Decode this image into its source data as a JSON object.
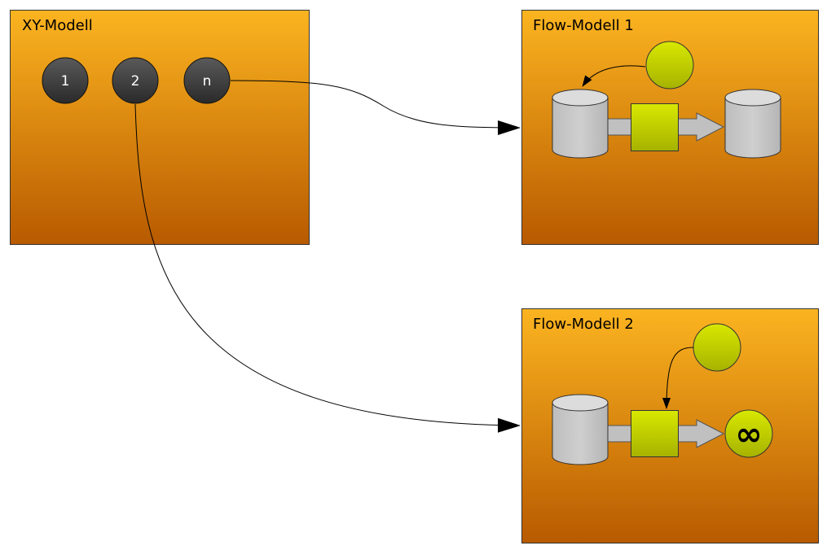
{
  "colors": {
    "box_gradient_top": "#fbb420",
    "box_gradient_bottom": "#b85a00",
    "box_border": "#333333",
    "node_fill_top": "#5a5a5a",
    "node_fill_bottom": "#2c2c2c",
    "node_border": "#111111",
    "process_fill_top": "#d4e400",
    "process_fill_bottom": "#a8b400",
    "storage_fill": "#c4c4c4",
    "storage_top": "#dcdcdc",
    "flow_arrow_fill": "#c0c0c0",
    "edge_color": "#000000"
  },
  "xy_model": {
    "title": "XY-Modell",
    "nodes": [
      {
        "label": "1"
      },
      {
        "label": "2"
      },
      {
        "label": "n"
      }
    ]
  },
  "flow_model_1": {
    "title": "Flow-Modell 1",
    "elements": [
      "source-storage",
      "process-block",
      "sink-storage",
      "control-circle"
    ]
  },
  "flow_model_2": {
    "title": "Flow-Modell 2",
    "elements": [
      "source-storage",
      "process-block",
      "infinity-sink",
      "control-circle"
    ],
    "sink_symbol": "∞"
  },
  "edges": [
    {
      "from": "xy_model.nodes.n",
      "to": "flow_model_1"
    },
    {
      "from": "xy_model.nodes.2",
      "to": "flow_model_2"
    }
  ]
}
